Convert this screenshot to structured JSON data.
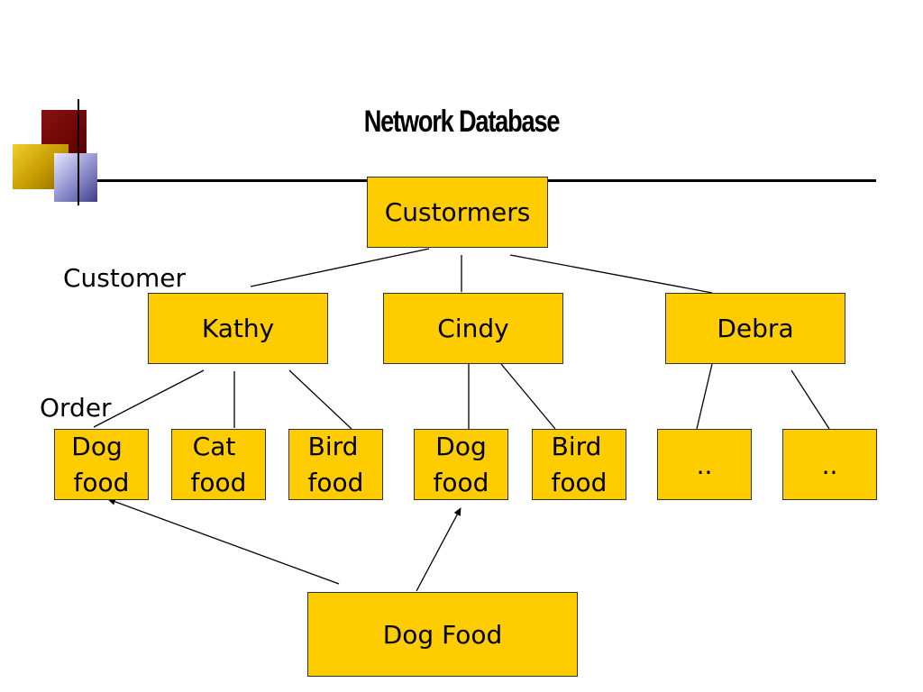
{
  "title": "Network Database",
  "labels": {
    "customer": "Customer",
    "order": "Order"
  },
  "root": {
    "label": "Custormers"
  },
  "customers": [
    {
      "label": "Kathy"
    },
    {
      "label": "Cindy"
    },
    {
      "label": "Debra"
    }
  ],
  "orders": [
    {
      "line1": "Dog",
      "line2": "food"
    },
    {
      "line1": "Cat",
      "line2": "food"
    },
    {
      "line1": "Bird",
      "line2": "food"
    },
    {
      "line1": "Dog",
      "line2": "food"
    },
    {
      "line1": "Bird",
      "line2": "food"
    },
    {
      "line1": "..",
      "line2": ""
    },
    {
      "line1": "..",
      "line2": ""
    }
  ],
  "product": {
    "label": "Dog Food"
  },
  "colors": {
    "node_fill": "#ffcc00",
    "accent_red": "#7a0a0a",
    "accent_gold": "#e0b400",
    "accent_blue": "#8c8ccc"
  }
}
